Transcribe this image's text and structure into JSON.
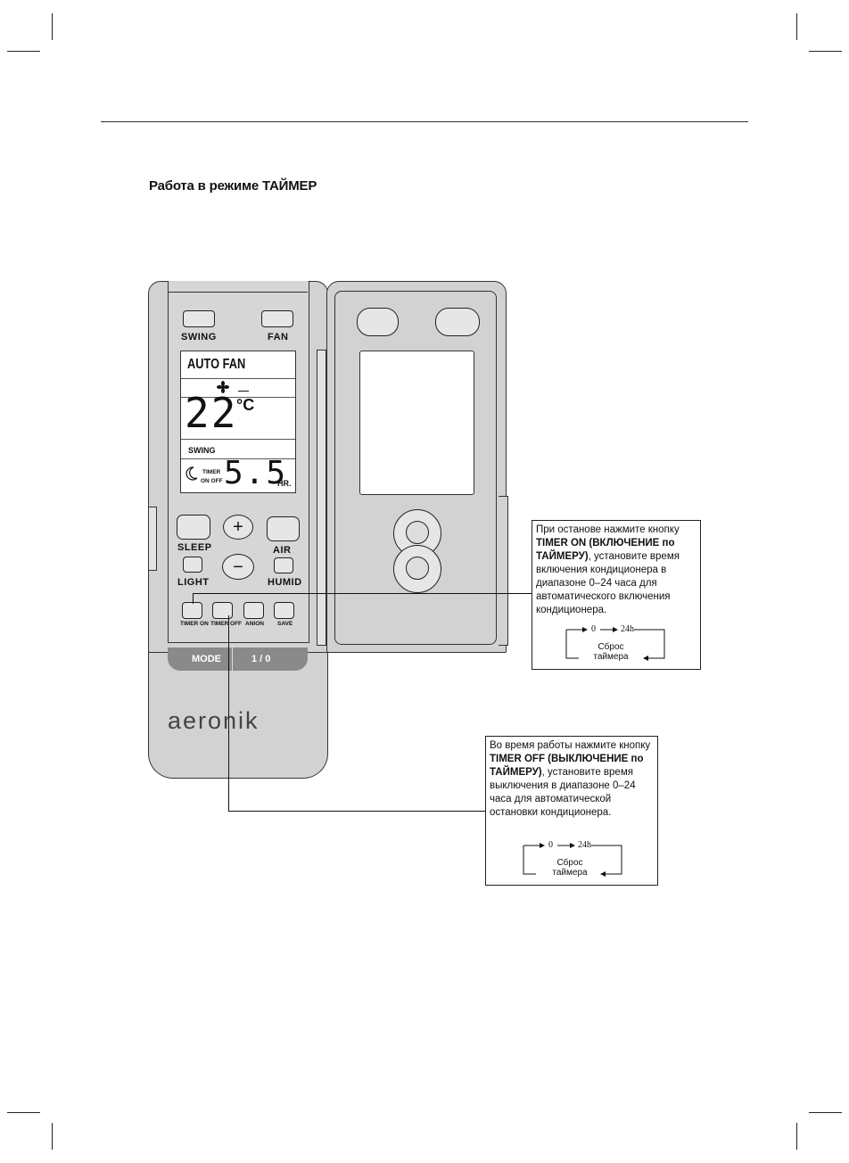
{
  "heading": "Работа в режиме ТАЙМЕР",
  "remote": {
    "buttons": {
      "swing": "SWING",
      "fan": "FAN",
      "sleep": "SLEEP",
      "air": "AIR",
      "light": "LIGHT",
      "humid": "HUMID",
      "timer_on": "TIMER ON",
      "timer_off": "TIMER OFF",
      "anion": "ANION",
      "save": "SAVE",
      "mode": "MODE",
      "power": "1 / 0",
      "plus_symbol": "+",
      "minus_symbol": "−"
    },
    "display": {
      "mode_text": "AUTO FAN",
      "temperature": "22",
      "unit": "°C",
      "swing": "SWING",
      "timer_label": "TIMER",
      "timer_onoff": "ON OFF",
      "timer_value": "5.5",
      "hr": "HR."
    },
    "brand": "aeronik"
  },
  "box_timer_on": {
    "t1": "При останове нажмите кнопку ",
    "t2": "TIMER ON (ВКЛЮЧЕНИЕ по ТАЙМЕРУ)",
    "t3": ", установите время включения кондиционера в диапазоне 0–24 часа для автоматического включения кондиционера.",
    "cycle_from": "0",
    "cycle_to": "24h",
    "reset": "Сброс таймера"
  },
  "box_timer_off": {
    "t1": "Во время работы нажмите кнопку ",
    "t2": "TIMER OFF (ВЫКЛЮЧЕНИЕ по ТАЙМЕРУ)",
    "t3": ", установите время выключения в диапазоне 0–24 часа для автоматической остановки кондиционера.",
    "cycle_from": "0",
    "cycle_to": "24h",
    "reset": "Сброс таймера"
  }
}
